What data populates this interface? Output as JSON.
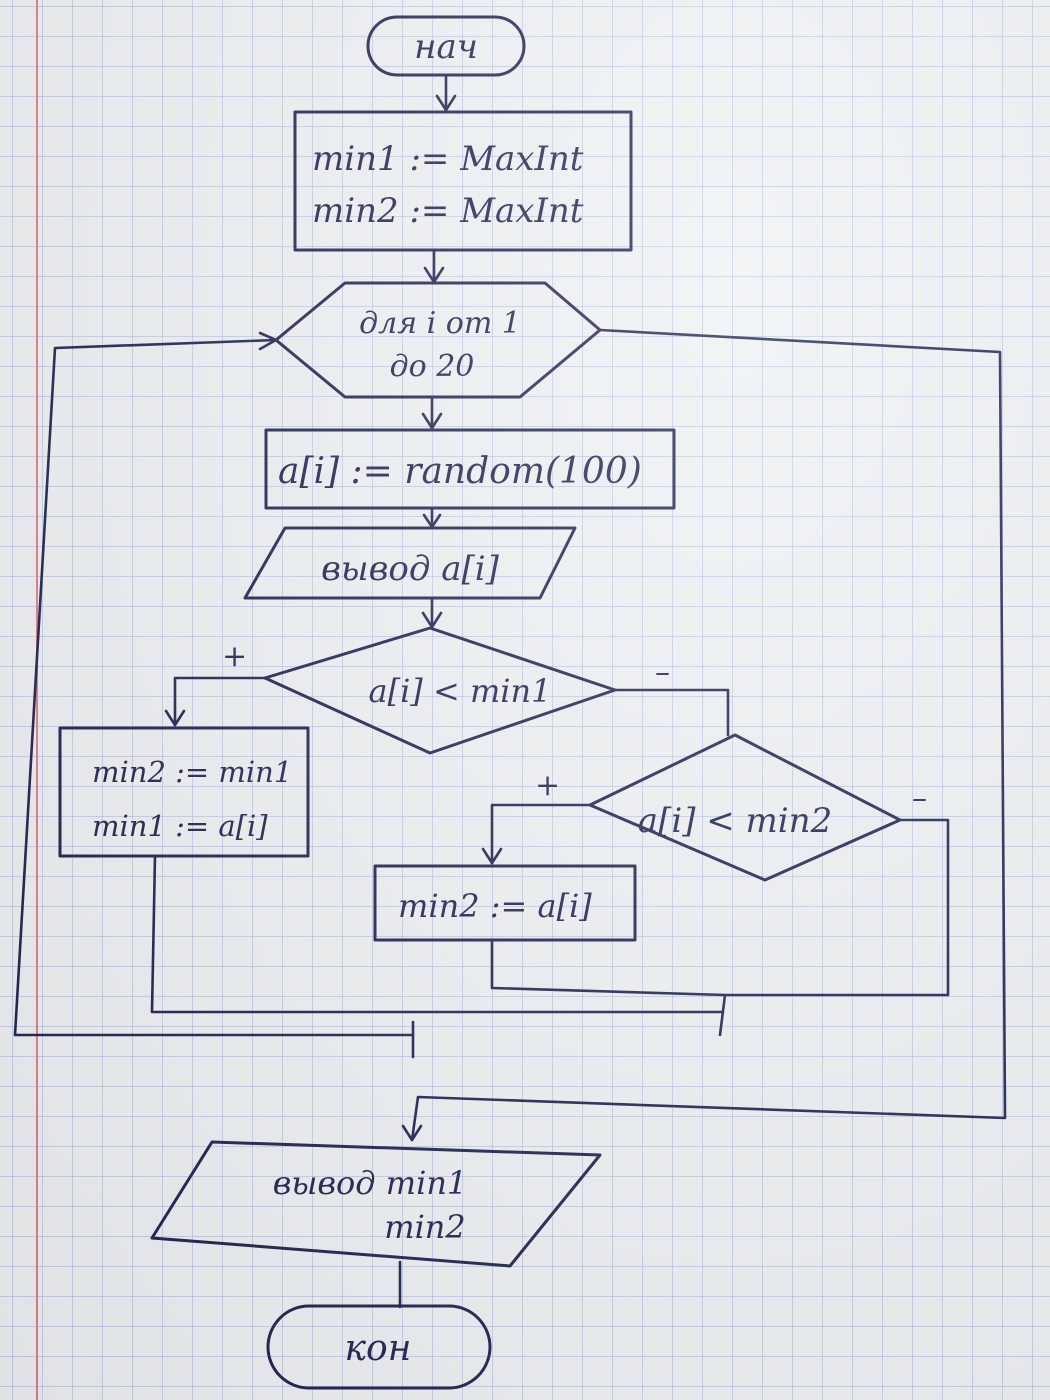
{
  "start": "нач",
  "init": [
    "min1 := MaxInt",
    "min2 := MaxInt"
  ],
  "loop": [
    "для i от 1",
    "до 20"
  ],
  "assign": "a[i] := random(100)",
  "output_item": "вывод a[i]",
  "cond1": "a[i] < min1",
  "cond1_yes": "+",
  "cond1_no": "–",
  "branch1": [
    "min2 := min1",
    "min1 := a[i]"
  ],
  "cond2": "a[i] < min2",
  "cond2_yes": "+",
  "cond2_no": "–",
  "branch2": "min2 := a[i]",
  "output_result": [
    "вывод min1",
    "min2"
  ],
  "end": "кон"
}
